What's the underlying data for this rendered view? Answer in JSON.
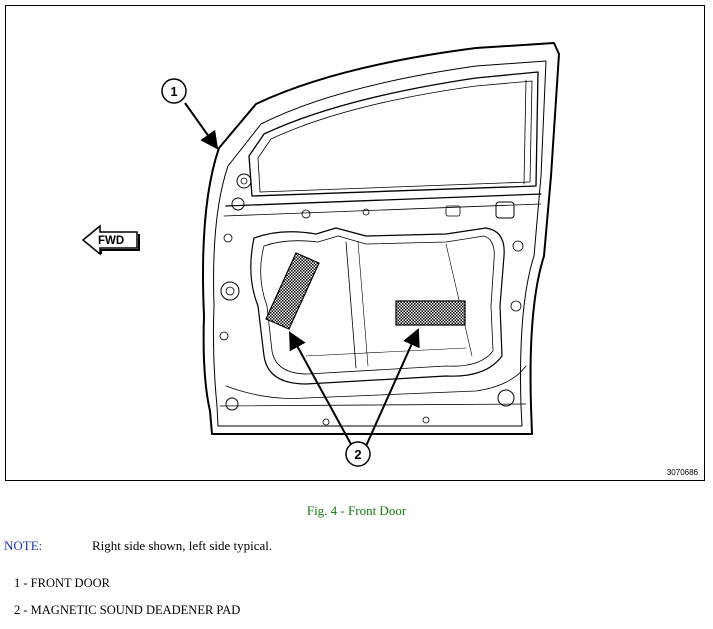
{
  "figure": {
    "figure_id": "3070686",
    "direction_label": "FWD",
    "callouts": [
      "1",
      "2"
    ]
  },
  "caption": "Fig. 4 - Front Door",
  "note": {
    "label": "NOTE:",
    "text": "Right side shown, left side typical."
  },
  "legend": [
    "1 - FRONT DOOR",
    "2 - MAGNETIC SOUND DEADENER PAD"
  ],
  "colors": {
    "caption": "#117a11",
    "note_label": "#1c33b5",
    "line_art": "#000000"
  }
}
